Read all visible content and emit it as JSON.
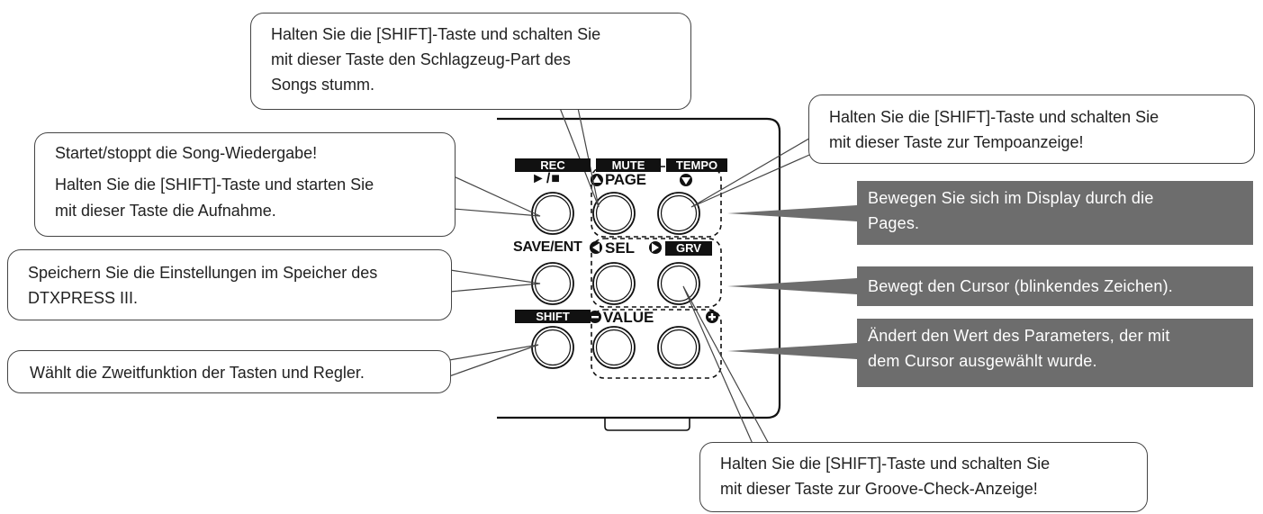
{
  "panel": {
    "labels": {
      "rec": "REC",
      "play_stop": "►/■",
      "mute": "MUTE",
      "tempo": "TEMPO",
      "page": "PAGE",
      "save_ent": "SAVE/ENT",
      "sel": "SEL",
      "grv": "GRV",
      "shift": "SHIFT",
      "value": "VALUE"
    },
    "icons": [
      "up-triangle-icon",
      "down-triangle-icon",
      "left-triangle-icon",
      "right-triangle-icon",
      "minus-circle-icon",
      "plus-circle-icon"
    ]
  },
  "callouts": {
    "mute": {
      "line1": "Halten Sie die [SHIFT]-Taste und schalten Sie",
      "line2": "mit dieser Taste den Schlagzeug-Part des",
      "line3": "Songs stumm."
    },
    "tempo": {
      "line1": "Halten Sie die [SHIFT]-Taste und schalten Sie",
      "line2": "mit dieser Taste zur Tempoanzeige!"
    },
    "play": {
      "line1": "Startet/stoppt die Song-Wiedergabe!",
      "line2": "Halten Sie die [SHIFT]-Taste und starten Sie",
      "line3": "mit dieser Taste die Aufnahme."
    },
    "save": {
      "line1": "Speichern Sie die Einstellungen im Speicher des",
      "line2": "DTXPRESS III."
    },
    "shift": {
      "line1": "Wählt die Zweitfunktion der Tasten und Regler."
    },
    "grv": {
      "line1": "Halten Sie die [SHIFT]-Taste und schalten Sie",
      "line2": "mit dieser Taste zur Groove-Check-Anzeige!"
    }
  },
  "notes": {
    "page": {
      "line1": "Bewegen Sie sich im Display durch die",
      "line2": "Pages."
    },
    "sel": {
      "line1": "Bewegt den Cursor (blinkendes Zeichen)."
    },
    "value": {
      "line1": "Ändert den Wert des Parameters, der mit",
      "line2": "dem Cursor ausgewählt wurde."
    }
  }
}
